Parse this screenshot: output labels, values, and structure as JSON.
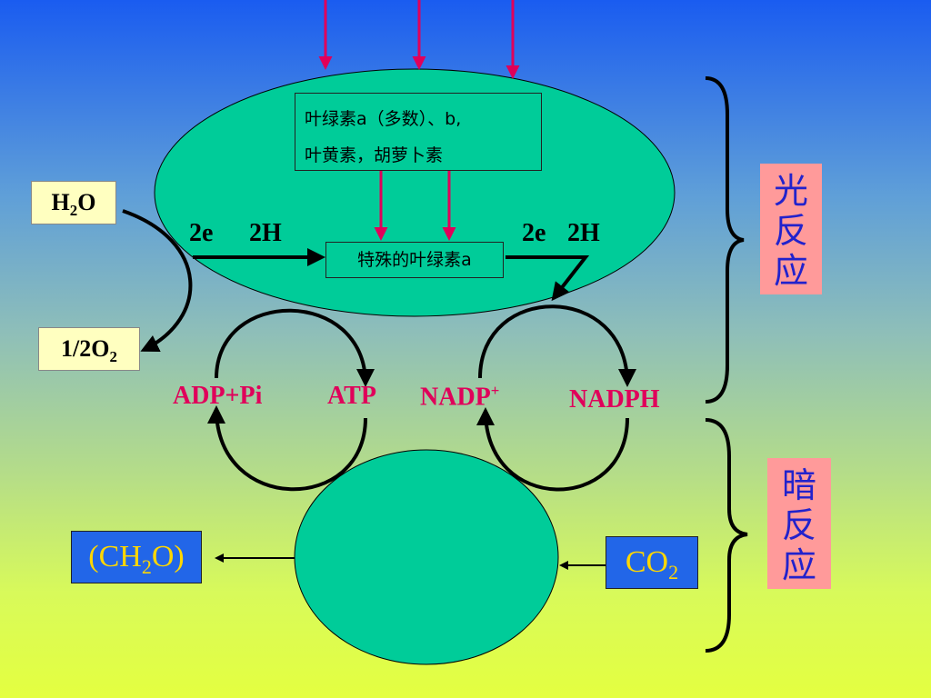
{
  "pigments": {
    "line1": "叶绿素a（多数）、b,",
    "line2": "叶黄素，胡萝卜素"
  },
  "special_chlorophyll": "特殊的叶绿素a",
  "h2o": {
    "base": "H",
    "sub": "2",
    "tail": "O"
  },
  "o2": {
    "base": "1/2O",
    "sub": "2"
  },
  "left_electrons": "2e",
  "left_hydrogen": "2H",
  "right_electrons": "2e",
  "right_hydrogen": "2H",
  "adp": "ADP+Pi",
  "atp": "ATP",
  "nadp": {
    "base": "NADP",
    "sup": "+"
  },
  "nadph": "NADPH",
  "ch2o": {
    "open": "(CH",
    "sub": "2",
    "close": "O)"
  },
  "co2": {
    "base": "CO",
    "sub": "2"
  },
  "light_reaction": [
    "光",
    "反",
    "应"
  ],
  "dark_reaction": [
    "暗",
    "反",
    "应"
  ],
  "colors": {
    "ellipse_fill": "#00cc99",
    "light_arrow": "#e0005a",
    "label_red": "#e0005a",
    "phase_text": "#2222cc",
    "phase_box": "#ff9a9a"
  }
}
